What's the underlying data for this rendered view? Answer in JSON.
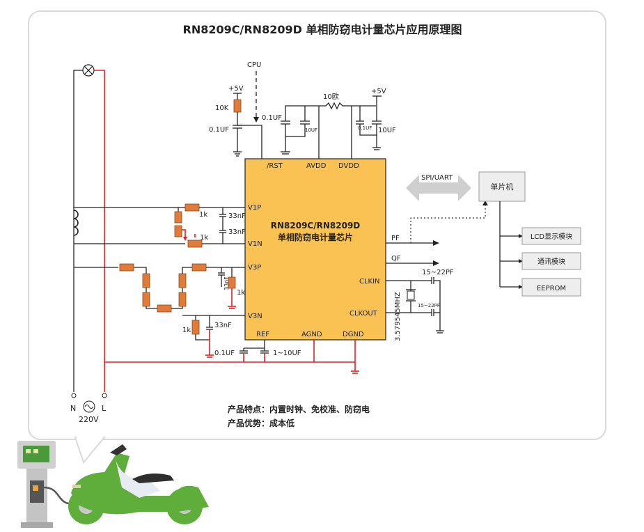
{
  "title": "RN8209C/RN8209D 单相防窃电计量芯片应用原理图",
  "chip": {
    "name_line1": "RN8209C/RN8209D",
    "name_line2": "单相防窃电计量芯片",
    "pins": {
      "rst": "/RST",
      "avdd": "AVDD",
      "dvdd": "DVDD",
      "v1p": "V1P",
      "v1n": "V1N",
      "v3p": "V3P",
      "v3n": "V3N",
      "ref": "REF",
      "agnd": "AGND",
      "dgnd": "DGND",
      "clkin": "CLKIN",
      "clkout": "CLKOUT",
      "pf": "PF",
      "qf": "QF"
    }
  },
  "labels": {
    "cpu": "CPU",
    "plus5v_a": "+5V",
    "plus5v_b": "+5V",
    "r10k": "10K",
    "c01uf_a": "0.1UF",
    "c01uf_b": "0.1UF",
    "c01uf_small": "0.1UF",
    "c10uf_small": "10UF",
    "c10uf": "10UF",
    "r10ohm": "10欧",
    "r1k_a": "1k",
    "r1k_b": "1k",
    "r1k_c": "1k",
    "r1k_d": "1k",
    "c33nf_a": "33nF",
    "c33nf_b": "33nF",
    "c33nf_c": "33nF",
    "c33nf_d": "33nF",
    "c01uf_ref": "0.1UF",
    "c1_10uf": "1~10UF",
    "cap_15_22pf": "15~22PF",
    "cap_15_22pf_small": "15~22PF",
    "crystal": "3.579545MHZ",
    "spi_uart": "SPI/UART",
    "n": "N",
    "l": "L",
    "v220": "220V"
  },
  "mcu": {
    "name": "单片机",
    "modules": [
      "LCD显示模块",
      "通讯模块",
      "EEPROM"
    ]
  },
  "features": {
    "line1": "产品特点：内置时钟、免校准、防窃电",
    "line2": "产品优势：成本低"
  },
  "colors": {
    "chip_fill": "#f9c253",
    "resistor": "#e07b39",
    "red_wire": "#e02020",
    "scooter_green": "#5fae3c",
    "card_border": "#d9d9d9"
  },
  "icons": [
    "lamp-icon",
    "ac-source-icon",
    "coil-icon",
    "charging-station-icon",
    "e-scooter-icon",
    "ground-icon"
  ]
}
